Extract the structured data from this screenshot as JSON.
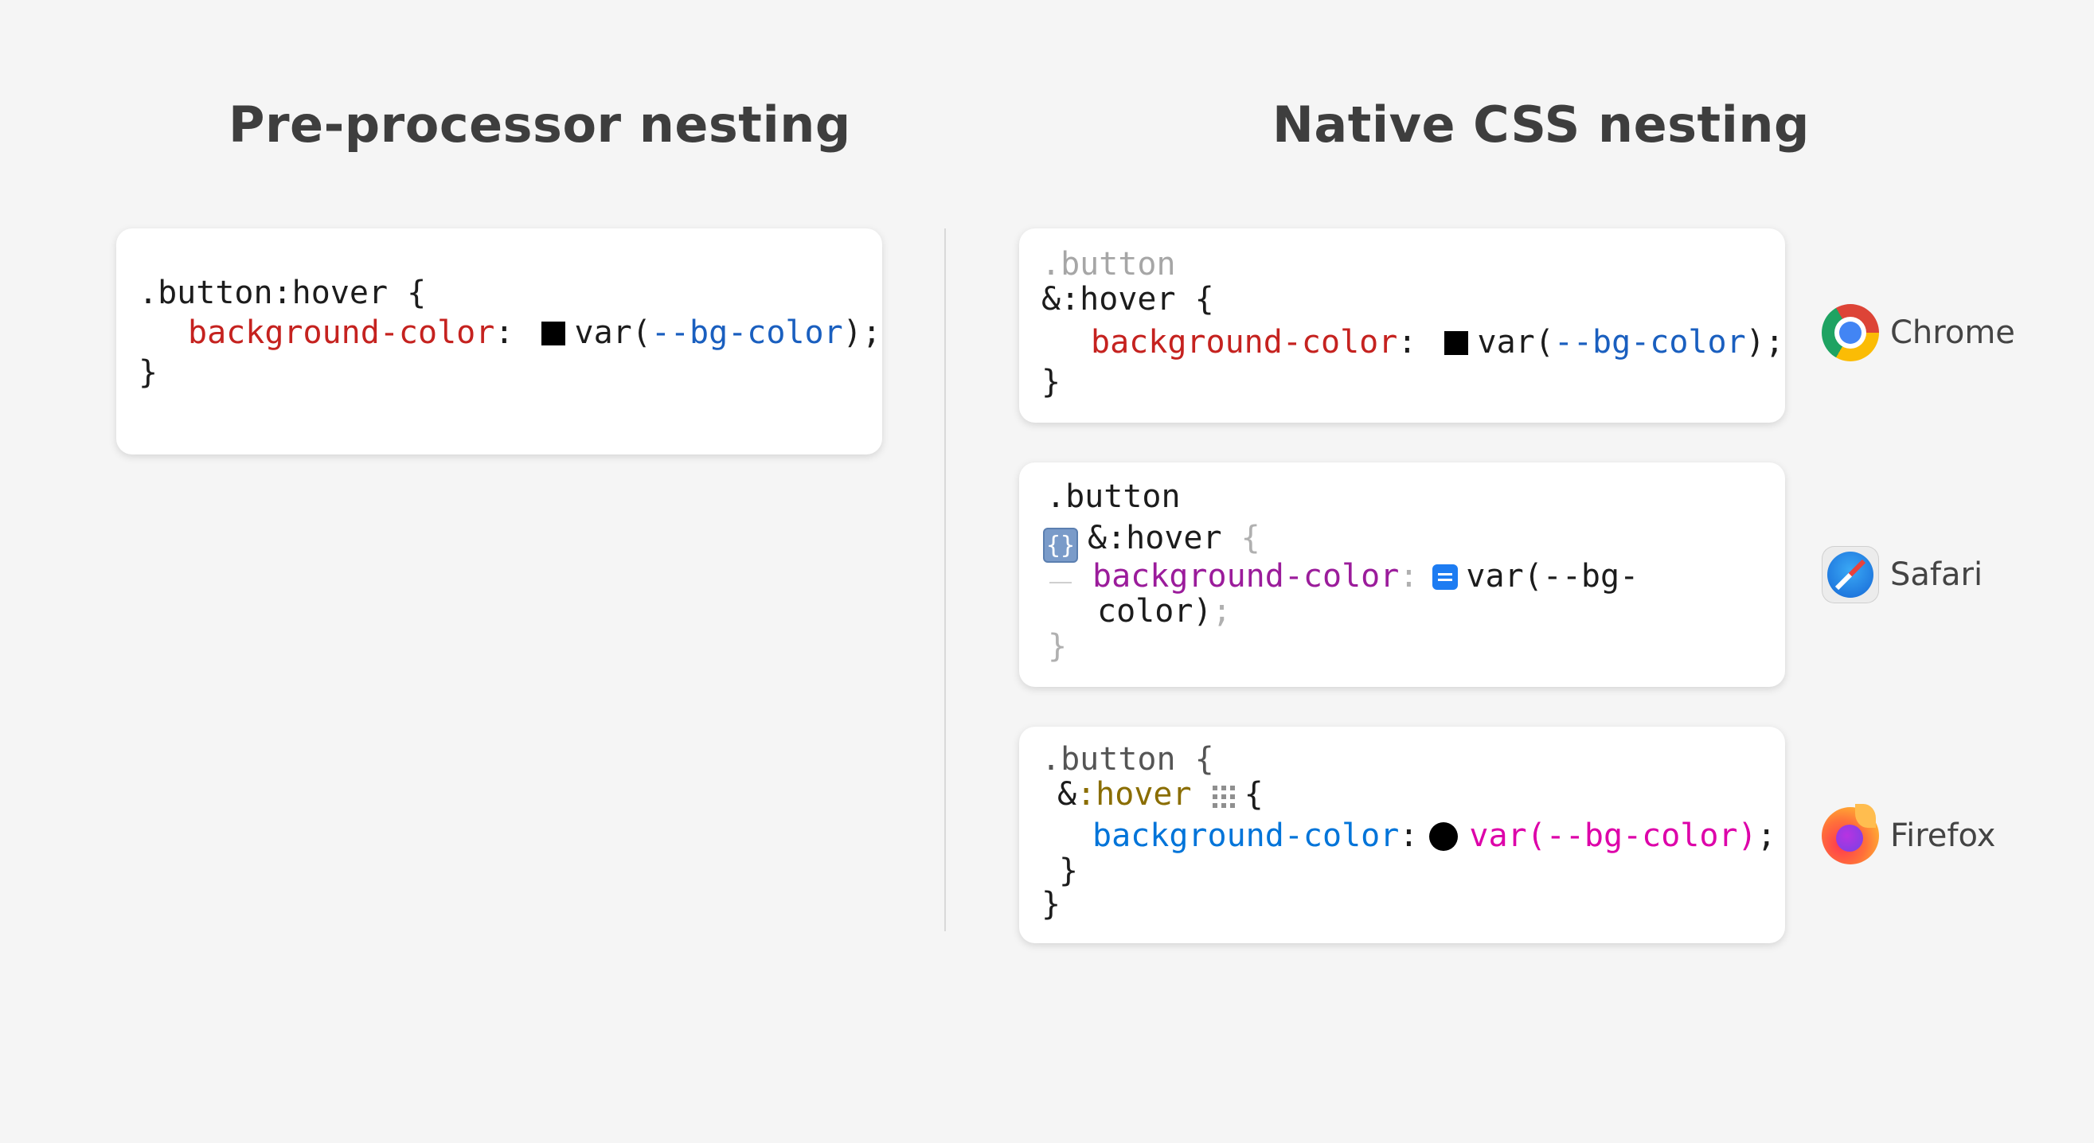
{
  "headings": {
    "left": "Pre-processor nesting",
    "right": "Native CSS nesting"
  },
  "colors": {
    "background": "#f5f5f5",
    "heading": "#3e3e3e",
    "chrome_property": "#c5221f",
    "chrome_value": "#1a5fbf",
    "safari_property": "#9b1c9b",
    "firefox_property": "#0074d9",
    "firefox_value": "#dd00a9",
    "firefox_pseudo": "#8a6d00"
  },
  "preprocessor": {
    "line1": ".button:hover {",
    "property": "background-color",
    "colon": ":",
    "value_fn": "var(",
    "value_var": "--bg-color",
    "value_end": ");",
    "close": "}"
  },
  "chrome": {
    "browser": "Chrome",
    "icon": "chrome-icon",
    "parent": ".button",
    "line2": "&:hover {",
    "property": "background-color",
    "colon": ":",
    "value_fn": "var(",
    "value_var": "--bg-color",
    "value_end": ");",
    "close": "}"
  },
  "safari": {
    "browser": "Safari",
    "icon": "safari-icon",
    "parent": ".button",
    "badge": "{}",
    "selector": "&:hover",
    "brace": "{",
    "property": "background-color",
    "colon": ":",
    "value_a": "var(--bg-",
    "value_b": "color)",
    "semicolon": ";",
    "close": "}"
  },
  "firefox": {
    "browser": "Firefox",
    "icon": "firefox-icon",
    "parent": ".button",
    "parent_brace": "{",
    "amp": "&",
    "pseudo": ":hover",
    "brace": "{",
    "property": "background-color",
    "colon": ":",
    "value": "var(--bg-color)",
    "semicolon": ";",
    "close_inner": "}",
    "close_outer": "}"
  }
}
